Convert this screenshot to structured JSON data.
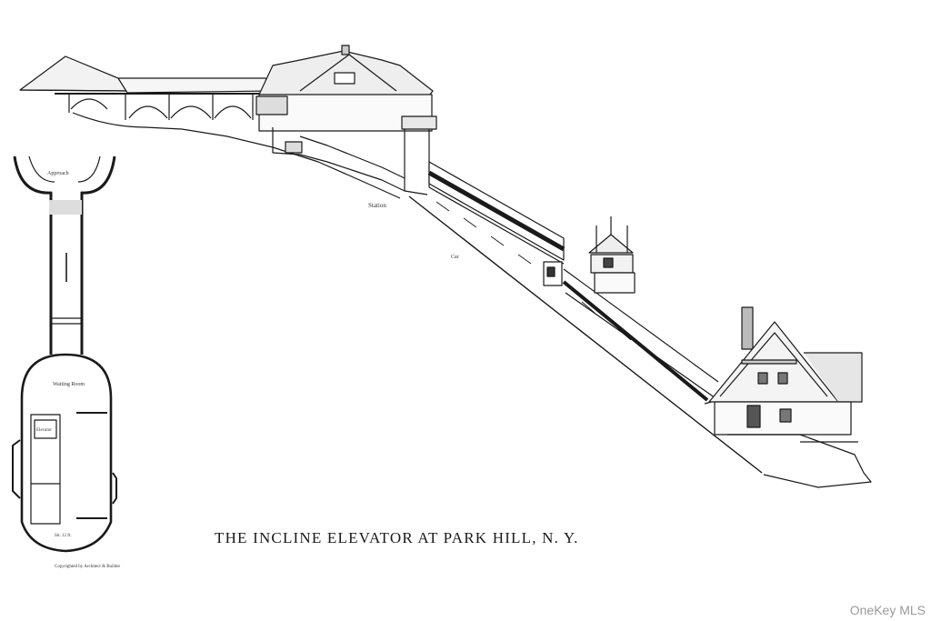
{
  "caption": "THE INCLINE ELEVATOR AT PARK HILL, N. Y.",
  "watermark": "OneKey MLS",
  "plan_labels": {
    "top": "Approach",
    "middle": "Waiting Room",
    "car": "Elevator",
    "bottom_note": "Sit. 12 ft.",
    "signature": "Copyrighted by Architect & Builder"
  },
  "colors": {
    "ink": "#1a1a1a",
    "paper": "#ffffff",
    "watermark": "#9a9a9a"
  }
}
